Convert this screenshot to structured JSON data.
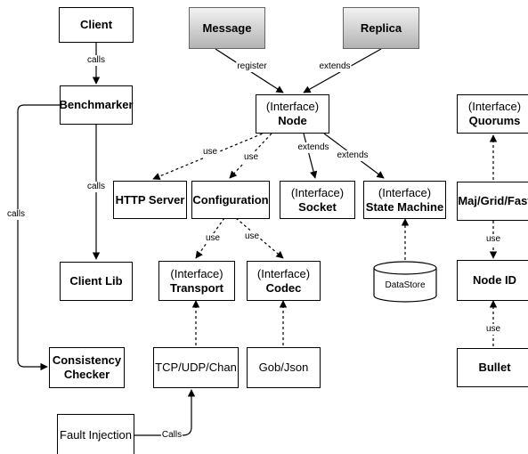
{
  "nodes": {
    "client": {
      "name": "Client"
    },
    "benchmarker": {
      "name": "Benchmarker"
    },
    "client_lib": {
      "name": "Client Lib"
    },
    "consistency_checker": {
      "line1": "Consistency",
      "line2": "Checker"
    },
    "fault_injection": {
      "name": "Fault Injection"
    },
    "message": {
      "name": "Message"
    },
    "replica": {
      "name": "Replica"
    },
    "node": {
      "stereotype": "(Interface)",
      "name": "Node"
    },
    "http_server": {
      "name": "HTTP Server"
    },
    "configuration": {
      "name": "Configuration"
    },
    "socket": {
      "stereotype": "(Interface)",
      "name": "Socket"
    },
    "state_machine": {
      "stereotype": "(Interface)",
      "name": "State Machine"
    },
    "transport": {
      "stereotype": "(Interface)",
      "name": "Transport"
    },
    "codec": {
      "stereotype": "(Interface)",
      "name": "Codec"
    },
    "datastore": {
      "name": "DataStore"
    },
    "tcp": {
      "name": "TCP/UDP/Chan"
    },
    "gob": {
      "name": "Gob/Json"
    },
    "quorums": {
      "stereotype": "(Interface)",
      "name": "Quorums"
    },
    "majgrid": {
      "name": "Maj/Grid/Fast"
    },
    "node_id": {
      "name": "Node ID"
    },
    "bullet": {
      "name": "Bullet"
    }
  },
  "edge_labels": {
    "client_benchmarker": "calls",
    "benchmarker_clientlib": "calls",
    "benchmarker_consistency": "calls",
    "fault_tcp": "Calls",
    "message_node": "register",
    "replica_node": "extends",
    "node_http": "use",
    "node_config": "use",
    "node_socket": "extends",
    "node_statemachine": "extends",
    "config_transport": "use",
    "config_codec": "use",
    "majgrid_nodeid": "use",
    "bullet_nodeid": "use"
  }
}
